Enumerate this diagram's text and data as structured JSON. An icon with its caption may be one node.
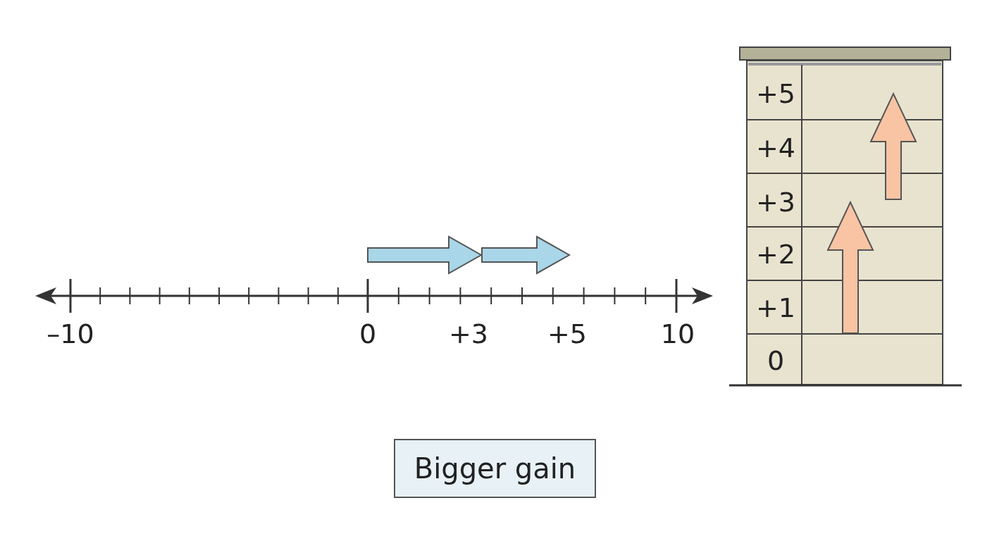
{
  "diagram": {
    "nodes": [
      {
        "text": [
          "Bigger gain"
        ]
      }
    ],
    "labels": [
      "–10",
      "0",
      "+3",
      "+5",
      "10",
      "+5",
      "+4",
      "+3",
      "+2",
      "+1",
      "0"
    ]
  }
}
